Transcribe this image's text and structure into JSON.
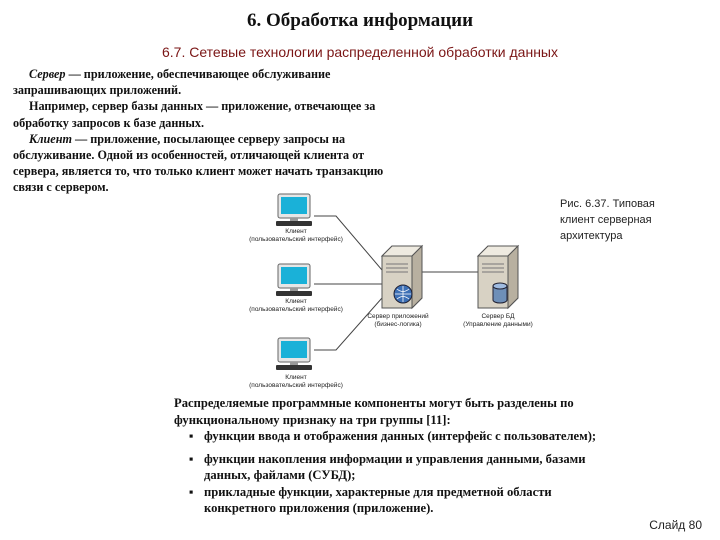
{
  "header": {
    "title": "6. Обработка информации",
    "subtitle": "6.7. Сетевые технологии распределенной обработки данных"
  },
  "definitions": {
    "server_term": "Сервер",
    "server_text": " — приложение, обеспечивающее обслуживание запрашивающих приложений.",
    "server_example": "Например, сервер базы данных — приложение, отвечающее за обработку запросов к базе данных.",
    "client_term": "Клиент",
    "client_text": " — приложение, посылающее серверу запросы на обслуживание. Одной из особенностей, отличающей клиента от сервера, является то, что только клиент может начать транзакцию связи с сервером."
  },
  "figure": {
    "caption": "Рис. 6.37. Типовая клиент серверная архитектура",
    "client_label": "Клиент",
    "client_sublabel": "(пользовательский интерфейс)",
    "app_server_label": "Сервер приложений",
    "app_server_sublabel": "(бизнес-логика)",
    "db_server_label": "Сервер БД",
    "db_server_sublabel": "(Управление данными)"
  },
  "body": {
    "intro": "Распределяемые программные компоненты могут быть разделены по функциональному признаку на три группы [11]:",
    "bullet_symbol": "▪",
    "items": [
      "функции ввода и отображения данных (интерфейс с пользователем);",
      "функции накопления информации и управления данными, базами данных, файлами (СУБД);",
      "прикладные функции, характерные для предметной области конкретного приложения (приложение)."
    ]
  },
  "footer": {
    "slide": "Слайд 80"
  }
}
